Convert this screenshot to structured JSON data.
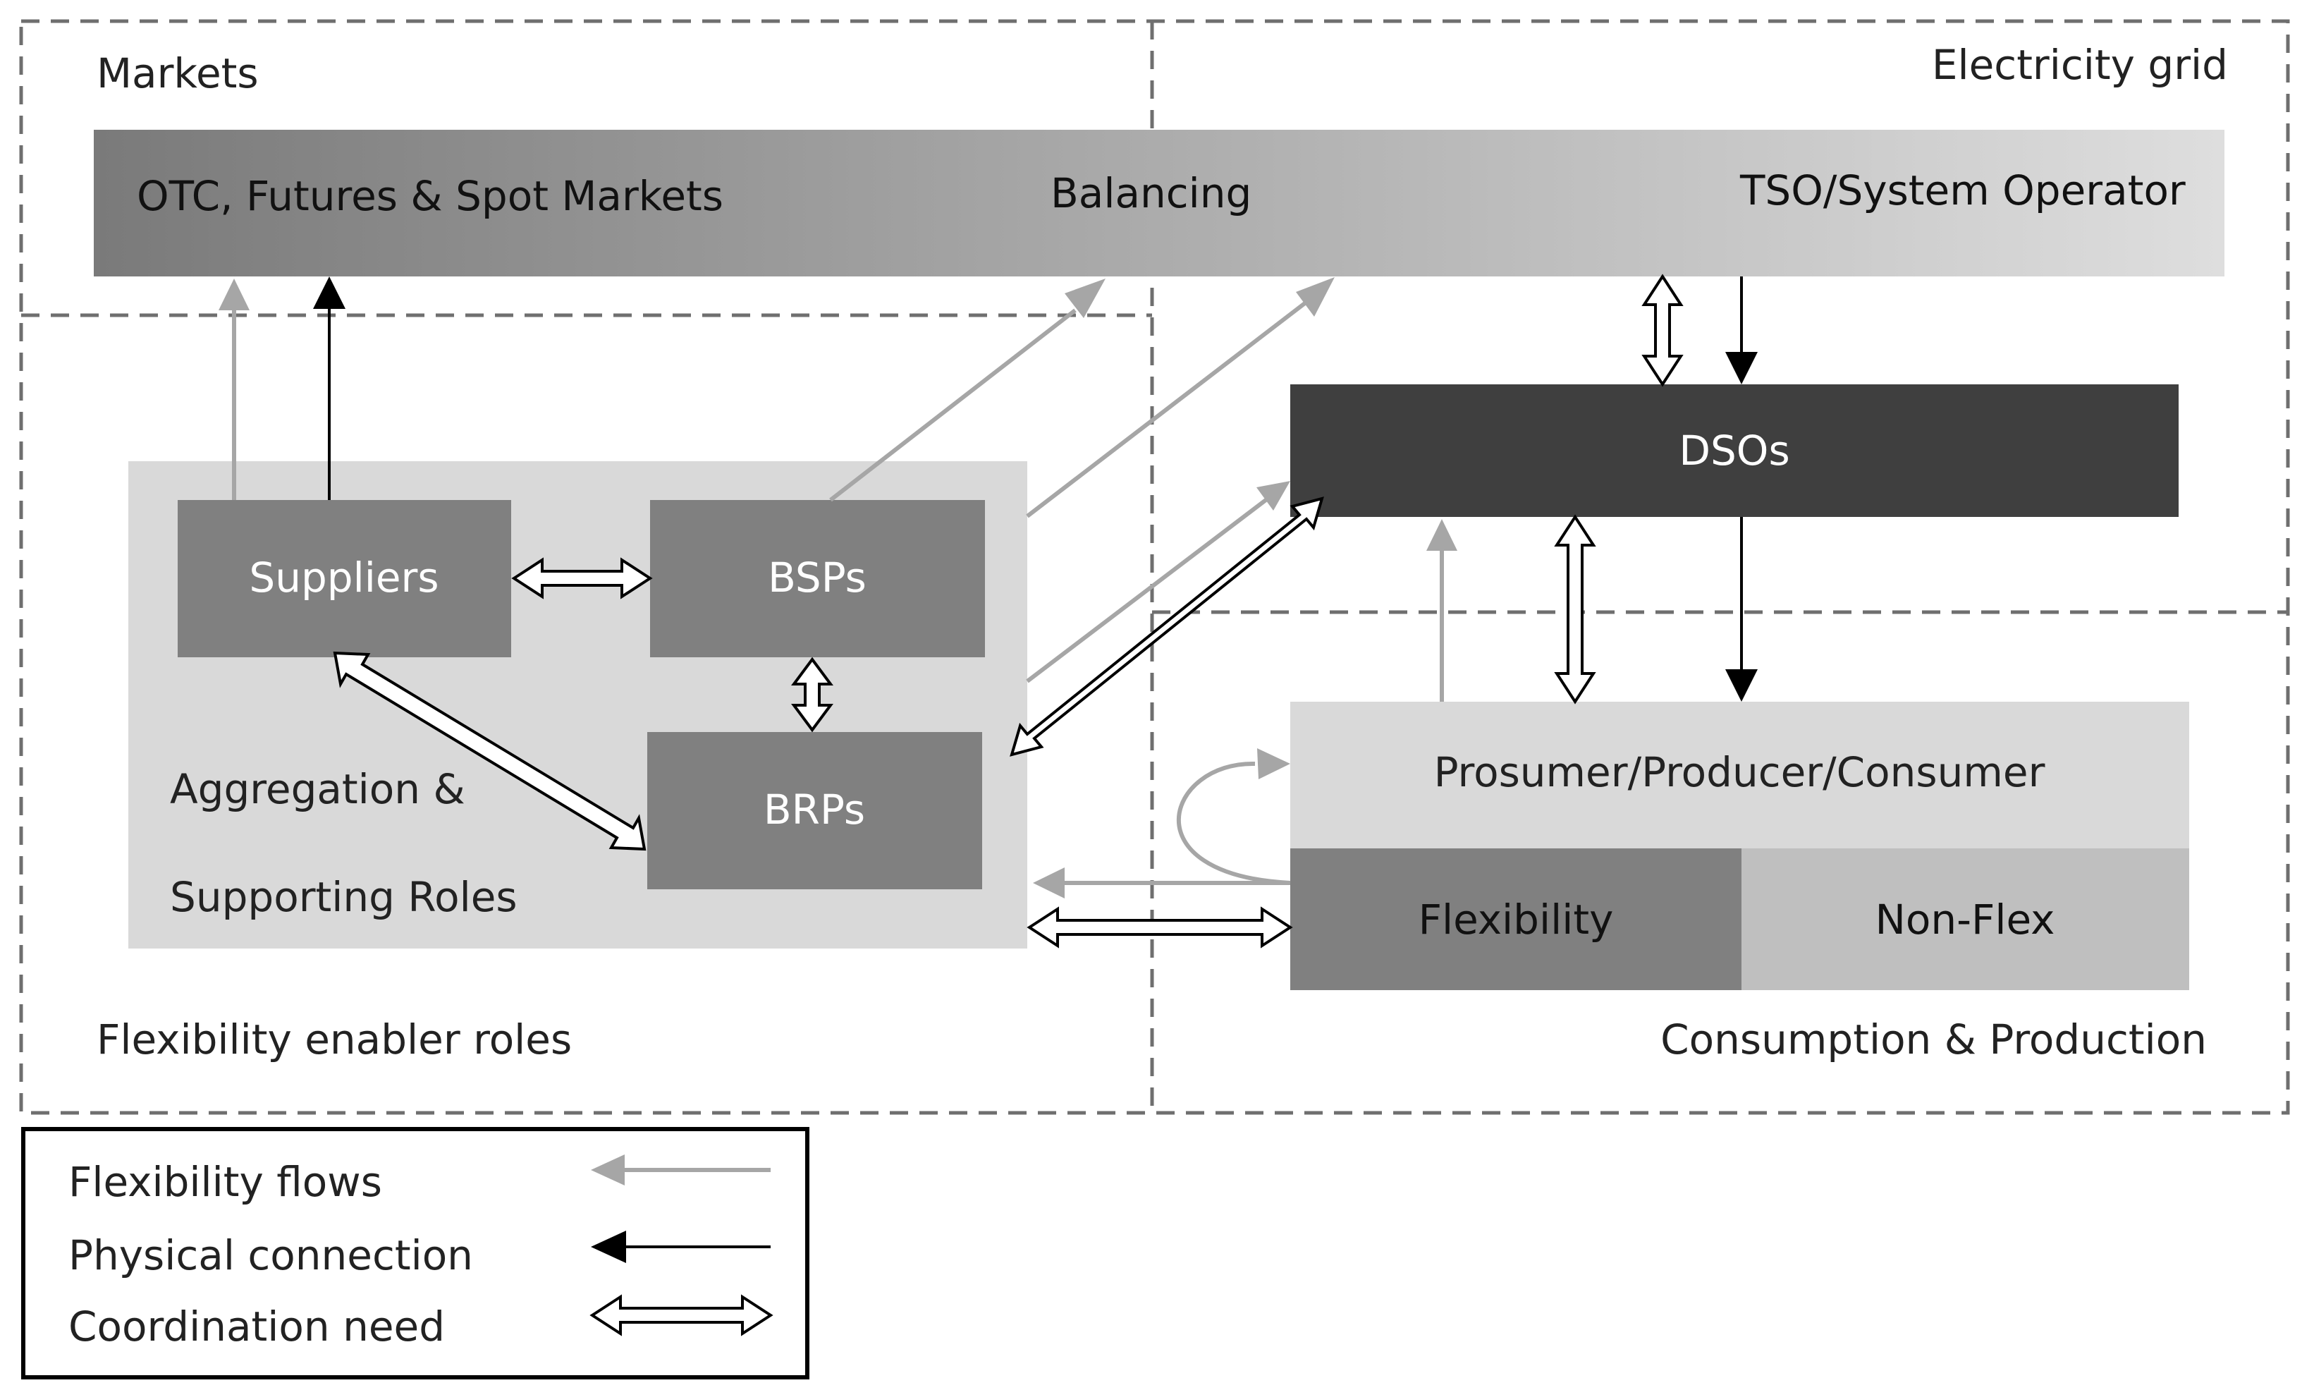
{
  "regions": {
    "markets": "Markets",
    "grid": "Electricity grid",
    "enablers": "Flexibility enabler roles",
    "consumption": "Consumption & Production"
  },
  "top_bar": {
    "markets": "OTC, Futures & Spot Markets",
    "balancing": "Balancing",
    "tso": "TSO/System Operator"
  },
  "dso": "DSOs",
  "aggregation": {
    "suppliers": "Suppliers",
    "bsps": "BSPs",
    "brps": "BRPs",
    "label_line1": "Aggregation &",
    "label_line2": "Supporting Roles"
  },
  "prosumer": {
    "title": "Prosumer/Producer/Consumer",
    "flexibility": "Flexibility",
    "nonflex": "Non-Flex"
  },
  "legend": {
    "flexibility_flows": "Flexibility flows",
    "physical_connection": "Physical connection",
    "coordination_need": "Coordination need"
  },
  "colors": {
    "bar_dark": "#7a7a7a",
    "bar_light": "#dcdcdc",
    "dso": "#3f3f3f",
    "box": "#808080",
    "aggregation_panel": "#d9d9d9",
    "prosumer_panel": "#d9d9d9",
    "nonflex": "#bfbfbf",
    "flex_arrow": "#a6a6a6",
    "physical_arrow": "#000000"
  }
}
